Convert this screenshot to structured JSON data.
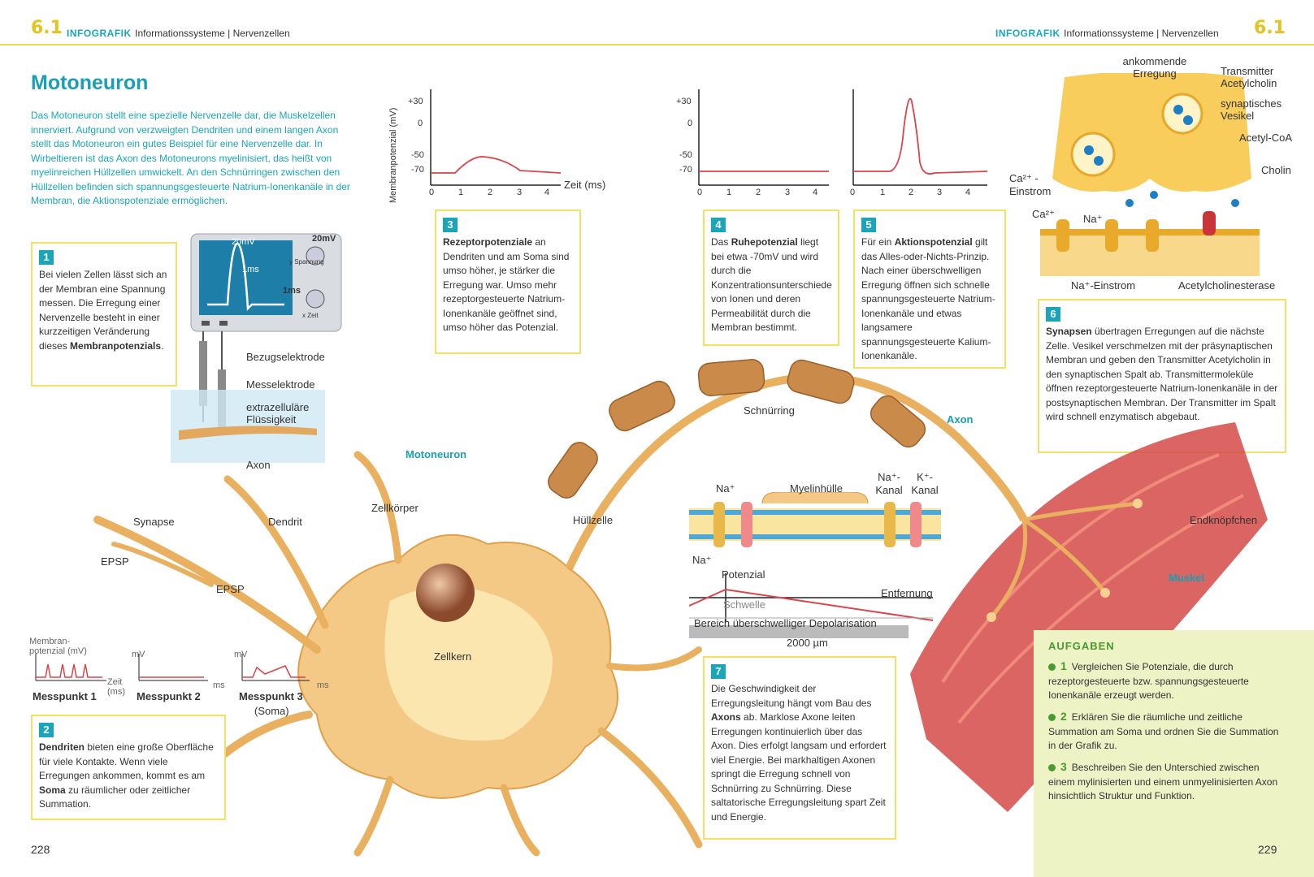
{
  "header": {
    "section_left": "6.1",
    "section_right": "6.1",
    "tag": "INFOGRAFIK",
    "breadcrumb": "Informationssysteme | Nervenzellen"
  },
  "title": "Motoneuron",
  "intro": "Das Motoneuron stellt eine spezielle Nervenzelle dar, die Muskelzellen innerviert. Aufgrund von verzweigten Dendriten und einem langen Axon stellt das Motoneuron ein gutes Beispiel für eine Nervenzelle dar. In Wirbeltieren ist das Axon des Motoneurons myelinisiert, das heißt von myelinreichen Hüllzellen umwickelt. An den Schnürringen zwischen den Hüllzellen befinden sich spannungsgesteuerte Natrium-Ionenkanäle in der Membran, die Aktionspotenziale ermöglichen.",
  "boxes": {
    "b1": {
      "num": "1",
      "text_a": "Bei vielen Zellen lässt sich an der Membran eine Spannung messen. Die Erregung einer Nervenzelle besteht in einer kurzzeitigen Veränderung dieses ",
      "bold": "Membranpotenzials",
      "text_b": "."
    },
    "b2": {
      "num": "2",
      "bold1": "Dendriten",
      "text_a": " bieten eine große Oberfläche für viele Kontakte. Wenn viele Erregungen ankommen, kommt es am ",
      "bold2": "Soma",
      "text_b": " zu räumlicher oder zeitlicher Summation."
    },
    "b3": {
      "num": "3",
      "bold": "Rezeptorpotenziale",
      "text": " an Dendriten und am Soma sind umso höher, je stärker die Erregung war. Umso mehr rezeptorgesteuerte Natrium-Ionenkanäle geöffnet sind, umso höher das Potenzial."
    },
    "b4": {
      "num": "4",
      "text_a": "Das ",
      "bold": "Ruhepotenzial",
      "text_b": " liegt bei etwa -70mV und wird durch die Konzentrationsunterschiede von Ionen und deren Permeabilität durch die Membran bestimmt."
    },
    "b5": {
      "num": "5",
      "text_a": "Für ein ",
      "bold": "Aktionspotenzial",
      "text_b": " gilt das Alles-oder-Nichts-Prinzip. Nach einer überschwelligen Erregung öffnen sich schnelle spannungsgesteuerte Natrium-Ionenkanäle und etwas langsamere spannungsgesteuerte Kalium-Ionenkanäle."
    },
    "b6": {
      "num": "6",
      "bold": "Synapsen",
      "text": " übertragen Erregungen auf die nächste Zelle. Vesikel verschmelzen mit der präsynaptischen Membran und geben den Transmitter Acetylcholin in den synaptischen Spalt ab. Transmittermoleküle öffnen rezeptorgesteuerte Natrium-Ionenkanäle in der postsynaptischen Membran. Der Transmitter im Spalt wird schnell enzymatisch abgebaut."
    },
    "b7": {
      "num": "7",
      "text_a": "Die Geschwindigkeit der Erregungsleitung hängt vom Bau des ",
      "bold": "Axons",
      "text_b": " ab. Marklose Axone leiten Erregungen kontinuierlich über das Axon. Dies erfolgt langsam und erfordert viel Energie. Bei markhaltigen Axonen springt die Erregung schnell von Schnürring zu Schnürring. Diese saltatorische Erregungsleitung spart Zeit und Energie."
    }
  },
  "graphs": {
    "ylabel": "Membranpotenzial (mV)",
    "xlabel": "Zeit (ms)",
    "yticks": [
      "+30",
      "0",
      "-50",
      "-70"
    ],
    "xticks": [
      "0",
      "1",
      "2",
      "3",
      "4"
    ]
  },
  "oscilloscope": {
    "scale_v": "20mV",
    "scale_t": "1ms",
    "knob1": "20mV",
    "knob1_sub": "y Spannung",
    "knob2": "1ms",
    "knob2_sub": "x Zeit"
  },
  "labels": {
    "bezugselektrode": "Bezugselektrode",
    "messelektrode": "Messelektrode",
    "extrazellulaer": "extrazelluläre Flüssigkeit",
    "axon_small": "Axon",
    "motoneuron": "Motoneuron",
    "schnuerring": "Schnürring",
    "axon": "Axon",
    "huellzelle": "Hüllzelle",
    "zellkoerper": "Zellkörper",
    "zellkern": "Zellkern",
    "synapse": "Synapse",
    "dendrit": "Dendrit",
    "epsp1": "EPSP",
    "epsp2": "EPSP",
    "endknoepfchen": "Endknöpfchen",
    "muskel": "Muskel",
    "membranpotenzial_mv": "Membran-potenzial (mV)",
    "mv": "mV",
    "zeit_ms": "Zeit (ms)",
    "ms": "ms",
    "messpunkt1": "Messpunkt 1",
    "messpunkt2": "Messpunkt 2",
    "messpunkt3": "Messpunkt 3",
    "soma": "(Soma)",
    "na_plus": "Na⁺",
    "myelinhuelle": "Myelinhülle",
    "na_kanal": "Na⁺-Kanal",
    "k_kanal": "K⁺-Kanal",
    "potenzial": "Potenzial",
    "entfernung": "Entfernung",
    "schwelle": "Schwelle",
    "bereich": "Bereich überschwelliger Depolarisation",
    "scale": "2000 µm",
    "ankommende": "ankommende Erregung",
    "transmitter": "Transmitter Acetylcholin",
    "synaptische": "synaptisches Vesikel",
    "acetylcoa": "Acetyl-CoA",
    "cholin": "Cholin",
    "ca_einstrom": "Ca²⁺ - Einstrom",
    "ca": "Ca²⁺",
    "na_syn": "Na⁺",
    "na_einstrom": "Na⁺-Einstrom",
    "acetylcholinesterase": "Acetylcholinesterase"
  },
  "aufgaben": {
    "title": "AUFGABEN",
    "items": [
      {
        "n": "1",
        "text": "Vergleichen Sie Potenziale, die durch rezeptorgesteuerte bzw. spannungsgesteuerte Ionenkanäle erzeugt werden."
      },
      {
        "n": "2",
        "text": "Erklären Sie die räumliche und zeitliche Summation am Soma und ordnen Sie die Summation in der Grafik zu."
      },
      {
        "n": "3",
        "text": "Beschreiben Sie den Unterschied zwischen einem mylinisierten und einem unmyelinisierten Axon hinsichtlich Struktur und Funktion."
      }
    ]
  },
  "pages": {
    "left": "228",
    "right": "229"
  },
  "colors": {
    "accent": "#1aa6b8",
    "yellow": "#f3d94a",
    "curve": "#d9454a",
    "aufgaben_bg": "#eef3c6"
  }
}
